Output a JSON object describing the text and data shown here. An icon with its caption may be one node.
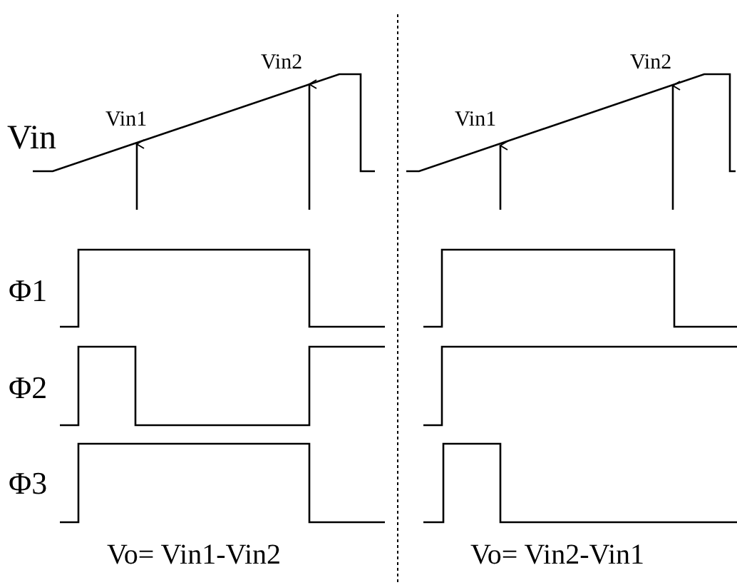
{
  "diagram": {
    "labels": [
      "Vin2",
      "Vin2",
      "Vin1",
      "Vin1",
      "Vin",
      "Φ1",
      "Φ2",
      "Φ3",
      "Vo= Vin1-Vin2",
      "Vo= Vin2-Vin1"
    ]
  }
}
